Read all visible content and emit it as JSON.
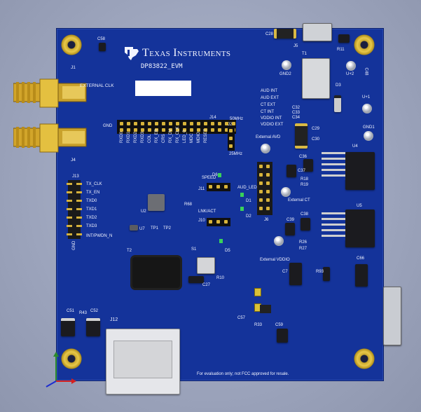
{
  "board": {
    "brand": "Texas Instruments",
    "part": "DP83822_EVM",
    "disclaimer": "For evaluation only; not FCC approved for resale.",
    "colors": {
      "pcb": "#14339a",
      "gold": "#e8c84a",
      "silkscreen": "#f2f4ff"
    }
  },
  "labels": {
    "j1": "J1",
    "ext_clk": "EXTERNAL CLK",
    "j4": "J4",
    "c58": "C58",
    "c28": "C28",
    "j5": "J5",
    "r11": "R11",
    "t1": "T1",
    "gnd2": "GND2",
    "u2plus": "U+2",
    "c48": "C48",
    "aud_int": "AUD INT",
    "aud_ext": "AUD EXT",
    "ct_ext": "CT EXT",
    "ct_int": "CT INT",
    "vddio_int": "VDDIO INT",
    "vddio_ext": "VDDIO EXT",
    "c32": "C32",
    "c33": "C33",
    "c34": "C34",
    "c29": "C29",
    "c30": "C30",
    "d3": "D3",
    "u1plus": "U+1",
    "gnd1": "GND1",
    "j14": "J14",
    "j2": "J2",
    "mhz50": "50MHz",
    "mhz25": "25MHz",
    "gnd_hdr": "GND",
    "ext_avd": "External AVD",
    "u4": "U4",
    "c36": "C36",
    "c37": "C37",
    "r18": "R18",
    "r19": "R19",
    "ext_ct": "External CT",
    "u5": "U5",
    "c38": "C38",
    "c39": "C39",
    "r26": "R26",
    "r27": "R27",
    "ext_vddio": "External VDDIO",
    "j13": "J13",
    "tx_clk": "TX_CLK",
    "tx_en": "TX_EN",
    "txd0": "TXD0",
    "txd1": "TXD1",
    "txd2": "TXD2",
    "txd3": "TXD3",
    "intpwdn": "INT/PWDN_N",
    "gnd_side": "GND",
    "u2": "U2",
    "u7": "U7",
    "tp1": "TP1",
    "tp2": "TP2",
    "r68": "R68",
    "r10": "R10",
    "j11": "J11",
    "speed": "SPEED",
    "lnk_act": "LNK/ACT",
    "j10": "J10",
    "j6": "J6",
    "d1": "D1",
    "d2": "D2",
    "d5": "D5",
    "d6": "D6",
    "aud_led": "AUD_LED",
    "t2": "T2",
    "s1": "S1",
    "c27": "C27",
    "c7": "C7",
    "r93": "R93",
    "c66": "C66",
    "c51": "C51",
    "r43": "R43",
    "c52": "C52",
    "j12": "J12",
    "c59": "C59",
    "c57": "C57",
    "r33": "R33",
    "hdr_sig": [
      "RXD0",
      "RXD1",
      "RXD2",
      "RXD3",
      "COL",
      "RX_ER",
      "CRS",
      "RX_DV",
      "RX_CLK",
      "LED_0",
      "MDC",
      "MDIO",
      "RESET"
    ]
  }
}
